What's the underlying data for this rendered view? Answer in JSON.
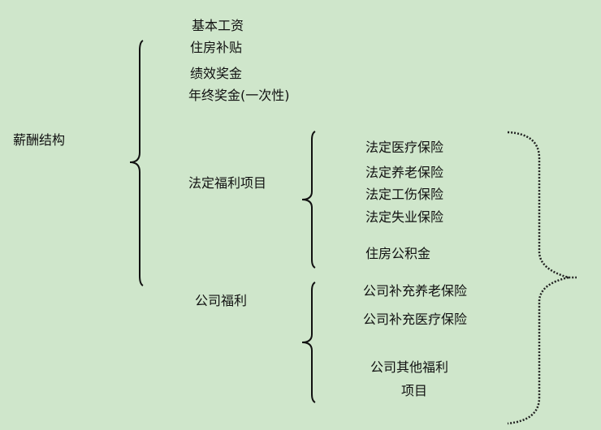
{
  "diagram": {
    "root": "薪酬结构",
    "cash_items": [
      "基本工资",
      "住房补贴",
      "绩效奖金",
      "年终奖金(一次性)"
    ],
    "statutory": {
      "label": "法定福利项目",
      "items": [
        "法定医疗保险",
        "法定养老保险",
        "法定工伤保险",
        "法定失业保险",
        "住房公积金"
      ]
    },
    "company": {
      "label": "公司福利",
      "items": [
        "公司补充养老保险",
        "公司补充医疗保险",
        "公司其他福利",
        "项目"
      ]
    },
    "colors": {
      "background": "#cfe6cb",
      "line": "#111111"
    }
  }
}
